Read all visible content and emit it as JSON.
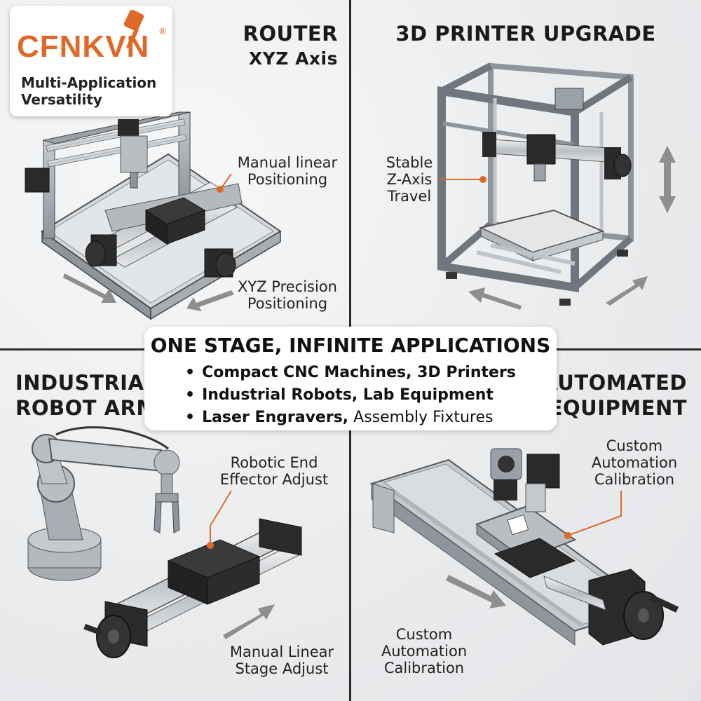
{
  "brand": {
    "name": "CFNKVN",
    "registered": "®",
    "tagline_line1": "Multi-Application",
    "tagline_line2": "Versatility"
  },
  "panels": {
    "router": {
      "title_line1": "ROUTER",
      "title_line2": "XYZ Axis",
      "label_manual_1": "Manual linear",
      "label_manual_2": "Positioning",
      "label_xyz_1": "XYZ Precision",
      "label_xyz_2": "Positioning"
    },
    "printer": {
      "title": "3D PRINTER UPGRADE",
      "label_1": "Stable",
      "label_2": "Z-Axis",
      "label_3": "Travel"
    },
    "robot": {
      "title_line1": "INDUSTRIAL",
      "title_line2": "ROBOT ARM",
      "label_effector_1": "Robotic End",
      "label_effector_2": "Effector Adjust",
      "label_stage_1": "Manual Linear",
      "label_stage_2": "Stage Adjust"
    },
    "automated": {
      "title_line1": "AUTOMATED",
      "title_line2": "EQUIPMENT",
      "label_top_1": "Custom",
      "label_top_2": "Automation",
      "label_top_3": "Calibration",
      "label_bottom_1": "Custom",
      "label_bottom_2": "Automation",
      "label_bottom_3": "Calibration"
    }
  },
  "center": {
    "title": "ONE STAGE, INFINITE APPLICATIONS",
    "items": [
      {
        "bold": "Compact CNC Machines, 3D Printers",
        "rest": ""
      },
      {
        "bold": "Industrial Robots, Lab Equipment",
        "rest": ""
      },
      {
        "bold": "Laser Engravers,",
        "rest": " Assembly Fixtures"
      }
    ]
  },
  "colors": {
    "accent": "#e0692a",
    "frame": "#a7adb3",
    "block": "#2a2a2a",
    "rail": "#c9ced3"
  }
}
